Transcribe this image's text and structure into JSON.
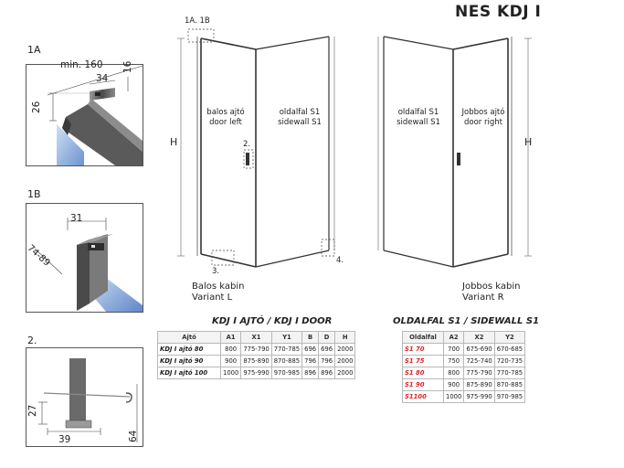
{
  "title": "NES KDJ I",
  "detail_labels": {
    "d1a": "1A",
    "d1b": "1B",
    "d2": "2."
  },
  "dim_1a": {
    "width": "min. 160",
    "d34": "34",
    "d16": "16",
    "d26": "26"
  },
  "dim_1b": {
    "d31": "31",
    "d74": "74-89"
  },
  "dim_2": {
    "d27": "27",
    "d39": "39",
    "d64": "64"
  },
  "left_drawing": {
    "top_marker": "1A. 1B",
    "height": "H",
    "door_label_1": "balos ajtó",
    "door_label_2": "door left",
    "wall_label_1": "oldalfal S1",
    "wall_label_2": "sidewall S1",
    "marker_2": "2.",
    "marker_3": "3.",
    "marker_4": "4.",
    "caption_1": "Balos kabin",
    "caption_2": "Variant L"
  },
  "right_drawing": {
    "height": "H",
    "wall_label_1": "oldalfal S1",
    "wall_label_2": "sidewall S1",
    "door_label_1": "Jobbos ajtó",
    "door_label_2": "door right",
    "caption_1": "Jobbos kabin",
    "caption_2": "Variant R"
  },
  "door_table": {
    "heading": "KDJ I AJTÓ / KDJ I DOOR",
    "headers": [
      "Ajtó",
      "A1",
      "X1",
      "Y1",
      "B",
      "D",
      "H"
    ],
    "rows": [
      [
        "KDJ I ajtó 80",
        "800",
        "775-790",
        "770-785",
        "696",
        "696",
        "2000"
      ],
      [
        "KDJ I ajtó 90",
        "900",
        "875-890",
        "870-885",
        "796",
        "796",
        "2000"
      ],
      [
        "KDJ I ajtó 100",
        "1000",
        "975-990",
        "970-985",
        "896",
        "896",
        "2000"
      ]
    ]
  },
  "wall_table": {
    "heading": "OLDALFAL S1 / SIDEWALL S1",
    "headers": [
      "Oldalfal",
      "A2",
      "X2",
      "Y2"
    ],
    "rows": [
      [
        "S1 70",
        "700",
        "675-690",
        "670-685"
      ],
      [
        "S1 75",
        "750",
        "725-740",
        "720-735"
      ],
      [
        "S1 80",
        "800",
        "775-790",
        "770-785"
      ],
      [
        "S1 90",
        "900",
        "875-890",
        "870-885"
      ],
      [
        "S1100",
        "1000",
        "975-990",
        "970-985"
      ]
    ]
  }
}
